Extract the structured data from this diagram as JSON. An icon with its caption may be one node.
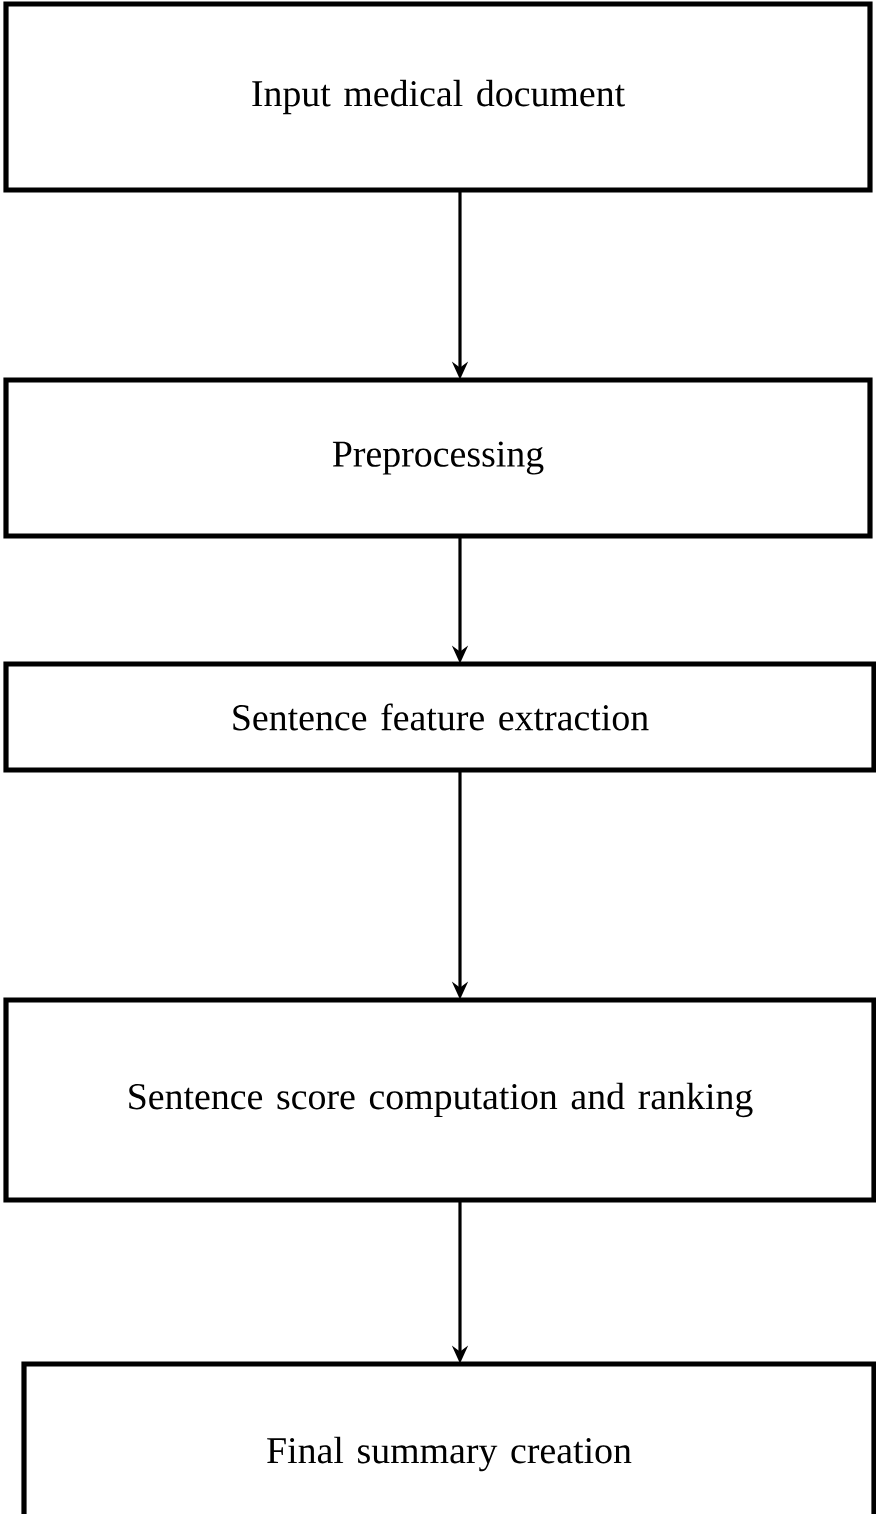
{
  "diagram": {
    "nodes": [
      {
        "text": [
          "Input medical document"
        ]
      },
      {
        "text": [
          "Preprocessing"
        ]
      },
      {
        "text": [
          "Sentence feature extraction"
        ]
      },
      {
        "text": [
          "Sentence score computation and ranking"
        ]
      },
      {
        "text": [
          "Final summary creation"
        ]
      }
    ],
    "edges": [
      {
        "from": 0,
        "to": 1,
        "arrow": "to"
      },
      {
        "from": 1,
        "to": 2,
        "arrow": "to"
      },
      {
        "from": 2,
        "to": 3,
        "arrow": "to"
      },
      {
        "from": 3,
        "to": 4,
        "arrow": "to"
      }
    ]
  }
}
